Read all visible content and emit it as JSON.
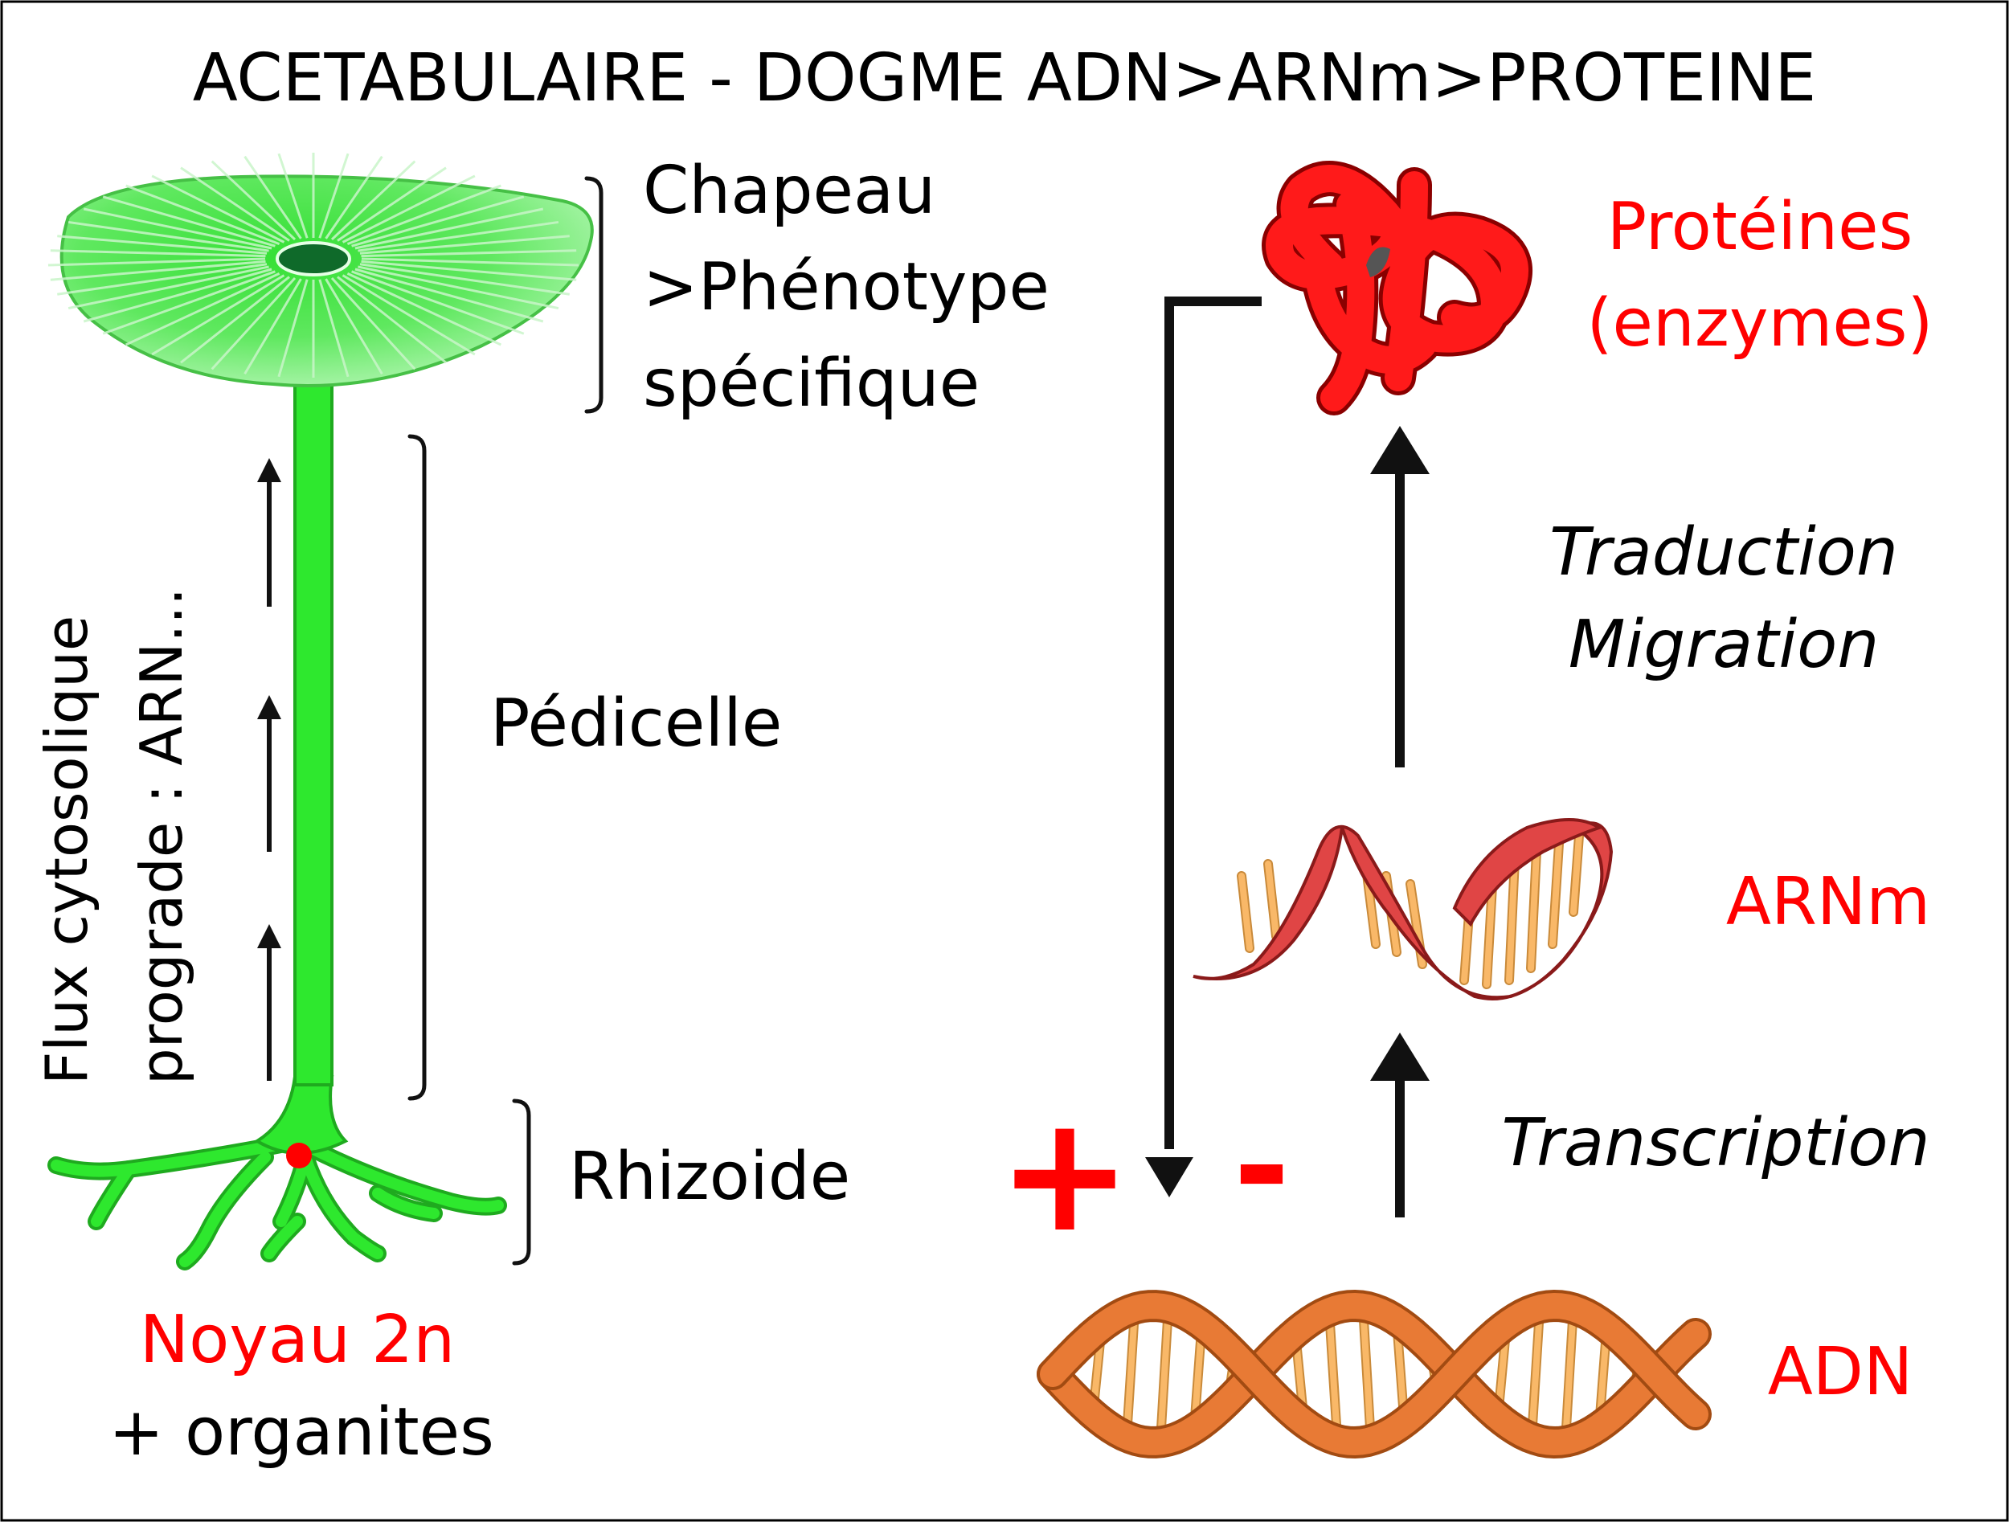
{
  "title": "ACETABULAIRE - DOGME ADN>ARNm>PROTEINE",
  "labels": {
    "chapeau": [
      "Chapeau",
      ">Phénotype",
      "spécifique"
    ],
    "pedicelle": "Pédicelle",
    "rhizoide": "Rhizoide",
    "flux": [
      "Flux cytosolique",
      "prograde : ARN..."
    ],
    "noyau": "Noyau 2n",
    "organites": "+ organites",
    "proteines": [
      "Protéines",
      "(enzymes)"
    ],
    "traduction": "Traduction",
    "migration": "Migration",
    "arnm": "ARNm",
    "transcription": "Transcription",
    "adn": "ADN",
    "plus": "+",
    "minus": "-"
  },
  "colors": {
    "green": "#22e022",
    "red": "#ff0000",
    "orange": "#e87a35",
    "black": "#111111"
  }
}
